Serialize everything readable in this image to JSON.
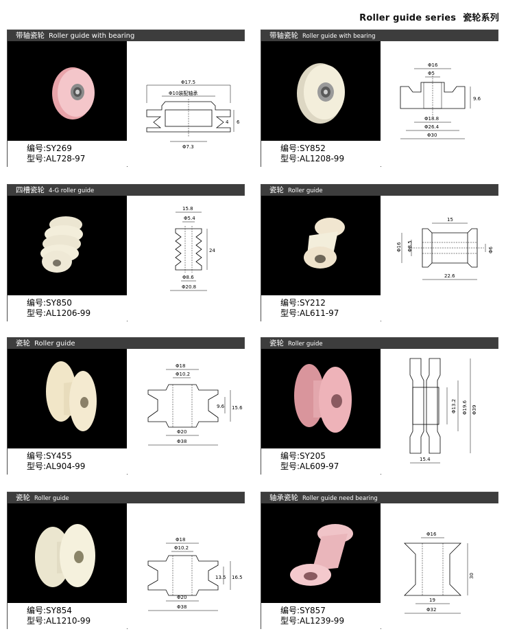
{
  "page_title": {
    "en": "Roller guide series",
    "cn": "瓷轮系列"
  },
  "cards": [
    {
      "title_cn": "带轴瓷轮",
      "title_en": "Roller guide with bearing",
      "code": "编号:SY269",
      "model": "型号:AL728-97",
      "dims": [
        "Φ17.5",
        "Φ10装配轴承",
        "4",
        "6",
        "Φ7.3"
      ]
    },
    {
      "title_cn": "带轴瓷轮",
      "title_en": "Roller guide with bearing",
      "code": "编号:SY852",
      "model": "型号:AL1208-99",
      "dims": [
        "Φ16",
        "Φ5",
        "9.6",
        "Φ18.8",
        "Φ26.4",
        "Φ30"
      ]
    },
    {
      "title_cn": "四槽瓷轮",
      "title_en": "4-G roller guide",
      "code": "编号:SY850",
      "model": "型号:AL1206-99",
      "dims": [
        "15.8",
        "Φ5.4",
        "24",
        "Φ8.6",
        "Φ20.8"
      ]
    },
    {
      "title_cn": "瓷轮",
      "title_en": "Roller guide",
      "code": "编号:SY212",
      "model": "型号:AL611-97",
      "dims": [
        "15",
        "Φ16",
        "Φ8.5",
        "Φ6",
        "22.6"
      ]
    },
    {
      "title_cn": "瓷轮",
      "title_en": "Roller guide",
      "code": "编号:SY455",
      "model": "型号:AL904-99",
      "dims": [
        "Φ18",
        "Φ10.2",
        "9.6",
        "15.6",
        "Φ20",
        "Φ38"
      ]
    },
    {
      "title_cn": "瓷轮",
      "title_en": "Roller guide",
      "code": "编号:SY205",
      "model": "型号:AL609-97",
      "dims": [
        "Φ13.2",
        "Φ19.6",
        "Φ39",
        "15.4"
      ]
    },
    {
      "title_cn": "瓷轮",
      "title_en": "Roller guide",
      "code": "编号:SY854",
      "model": "型号:AL1210-99",
      "dims": [
        "Φ18",
        "Φ10.2",
        "13.5",
        "16.5",
        "Φ20",
        "Φ38"
      ]
    },
    {
      "title_cn": "轴承瓷轮",
      "title_en": "Roller guide need bearing",
      "code": "编号:SY857",
      "model": "型号:AL1239-99",
      "dims": [
        "Φ16",
        "30",
        "19",
        "Φ32"
      ]
    }
  ],
  "colors": {
    "header_bg": "#3d3d3d",
    "photo_bg": "#000000",
    "pink_ceramic": "#f2b8bd",
    "white_ceramic": "#f3eedb"
  }
}
